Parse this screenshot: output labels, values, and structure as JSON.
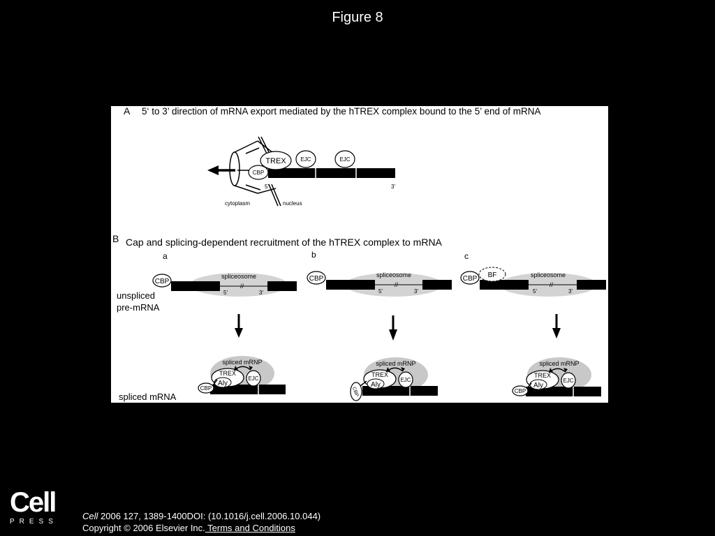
{
  "page": {
    "title": "Figure 8"
  },
  "panelA": {
    "letter": "A",
    "heading": "5‘ to 3’ direction of mRNA export mediated by the hTREX complex bound to the 5’ end of mRNA",
    "trex": "TREX",
    "ejc1": "EJC",
    "ejc2": "EJC",
    "cbp": "CBP",
    "five": "5'",
    "three": "3'",
    "cytoplasm": "cytoplasm",
    "nucleus": "nucleus"
  },
  "panelB": {
    "letter": "B",
    "heading": "Cap and splicing-dependent recruitment of the hTREX complex to mRNA",
    "label_unspliced_1": "unspliced",
    "label_unspliced_2": "pre-mRNA",
    "label_spliced": "spliced mRNA",
    "columns": [
      {
        "letter": "a",
        "cbp": "CBP",
        "spliceosome": "spliceosome",
        "five": "5'",
        "three": "3'",
        "mrnp": "spliced mRNP",
        "trex": "TREX",
        "aly": "Aly",
        "ejc": "EJC",
        "cbp2": "CBP"
      },
      {
        "letter": "b",
        "cbp": "CBP",
        "spliceosome": "spliceosome",
        "five": "5'",
        "three": "3'",
        "mrnp": "spliced mRNP",
        "trex": "TREX",
        "aly": "Aly",
        "ejc": "EJC",
        "cbp2": "CBP"
      },
      {
        "letter": "c",
        "cbp": "CBP",
        "bf": "BF",
        "spliceosome": "spliceosome",
        "five": "5'",
        "three": "3'",
        "mrnp": "spliced mRNP",
        "trex": "TREX",
        "aly": "Aly",
        "ejc": "EJC",
        "cbp2": "CBP"
      }
    ]
  },
  "footer": {
    "logo_main": "Cell",
    "logo_sub": "PRESS",
    "journal": "Cell",
    "citation_rest": " 2006 127, 1389-1400DOI: (10.1016/j.cell.2006.10.044)",
    "copyright": "Copyright © 2006 Elsevier Inc.",
    "terms": " Terms and Conditions"
  }
}
